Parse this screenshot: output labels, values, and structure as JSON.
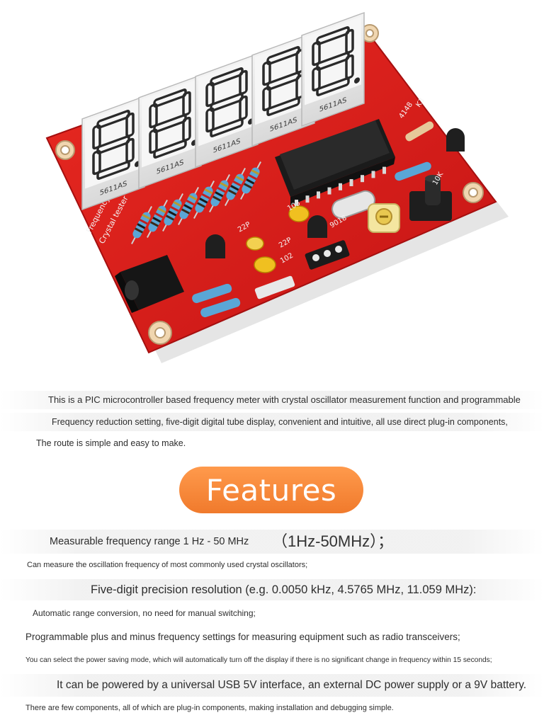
{
  "board": {
    "digit_modules": [
      "5611AS",
      "5611AS",
      "5611AS",
      "5611AS",
      "5611AS"
    ],
    "silkscreen": {
      "left_edge_top": "Frequency counter",
      "left_edge_bottom": "Crystal tester",
      "right_top": "4148",
      "right_top2": "K3",
      "cap_label_1": "22P",
      "cap_label_2": "22P",
      "cap_label_3": "102",
      "cap_label_4": "103",
      "transistor_label": "9018",
      "pot_label": "10K"
    },
    "colors": {
      "pcb": "#d81a1a",
      "display": "#e9e9e9",
      "segment": "#2a2a2a"
    }
  },
  "intro": {
    "line1": "This is a PIC microcontroller based frequency meter with crystal oscillator measurement function and programmable",
    "line2": "Frequency reduction setting, five-digit digital tube display, convenient and intuitive, all use direct plug-in components,",
    "line3": "The route is simple and easy to make."
  },
  "features": {
    "title": "Features",
    "color": "#f07a2c",
    "items": [
      "Measurable frequency range 1 Hz - 50 MHz",
      "（1Hz-50MHz）；",
      "Can measure the oscillation frequency of most commonly used crystal oscillators;",
      "Five-digit precision resolution (e.g. 0.0050 kHz, 4.5765 MHz, 11.059 MHz):",
      "Automatic range conversion, no need for manual switching;",
      "Programmable plus and minus frequency settings for measuring equipment such as radio transceivers;",
      "You can select the power saving mode, which will automatically turn off the display if there is no significant change in frequency within 15 seconds;",
      "It can be powered by a universal USB 5V interface, an external DC power supply or a 9V battery.",
      "There are few components, all of which are plug-in components, making installation and debugging simple."
    ]
  }
}
